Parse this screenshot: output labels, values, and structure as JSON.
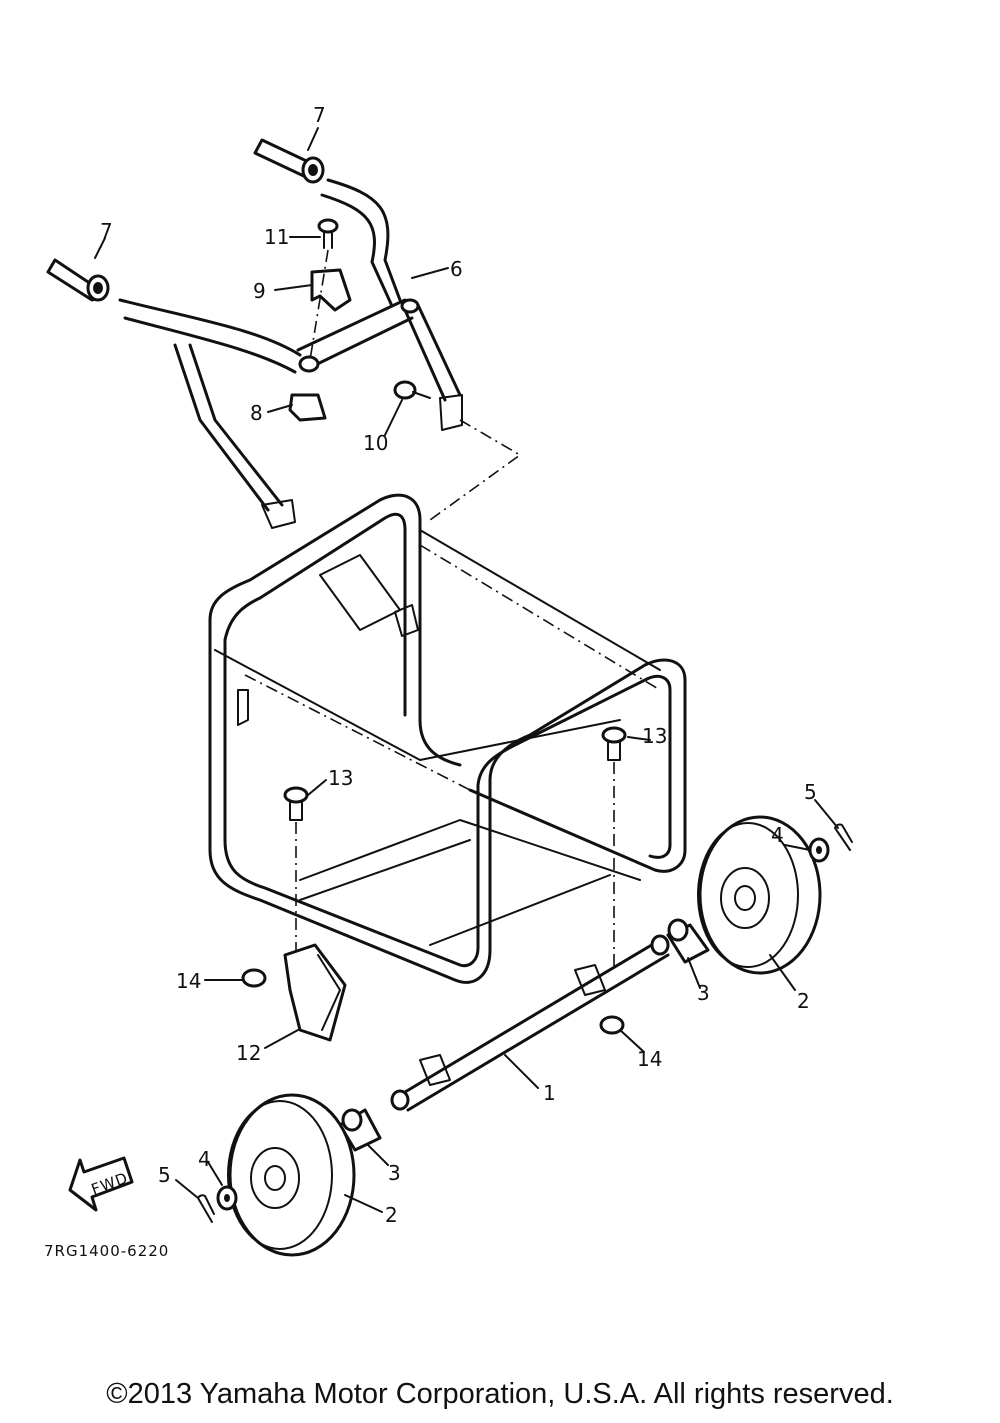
{
  "diagram_code": "7RG1400-6220",
  "fwd_label": "FWD",
  "copyright": "©2013 Yamaha Motor Corporation, U.S.A. All rights reserved.",
  "callouts": {
    "c1": "1",
    "c2a": "2",
    "c2b": "2",
    "c3a": "3",
    "c3b": "3",
    "c4a": "4",
    "c4b": "4",
    "c5a": "5",
    "c5b": "5",
    "c6": "6",
    "c7a": "7",
    "c7b": "7",
    "c8": "8",
    "c9": "9",
    "c10": "10",
    "c11": "11",
    "c12": "12",
    "c13a": "13",
    "c13b": "13",
    "c14a": "14",
    "c14b": "14"
  }
}
